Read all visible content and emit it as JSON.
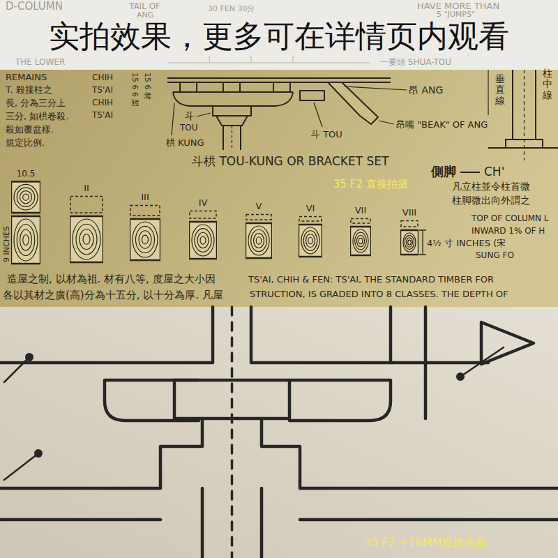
{
  "diagram": {
    "title": "实拍效果，更多可在详情页内观看",
    "nodes": [
      {
        "text": [
          "10.5"
        ]
      },
      {
        "text": [
          "II"
        ]
      },
      {
        "text": [
          "III"
        ]
      },
      {
        "text": [
          "IV"
        ]
      },
      {
        "text": [
          "V"
        ]
      },
      {
        "text": [
          "VI"
        ]
      },
      {
        "text": [
          "VII"
        ]
      },
      {
        "text": [
          "VIII"
        ]
      }
    ],
    "labels": [
      "D-COLUMN",
      "TAIL OF",
      "ANG",
      "30 FEN 30分",
      "HAVE MORE THAN",
      "5 \"JUMPS\"",
      "THE LOWER",
      "一要頭 SHUA-TOU",
      "REMAINS",
      "T. 殺接柱之",
      "長, 分為三分上",
      "三分, 如栱卷殺.",
      "殺如覆盆樣.",
      "規定比例.",
      "CHIH",
      "TS'AI",
      "CHIH",
      "TS'AI",
      "15 6 6 栔",
      "15 6 材",
      "柱中線",
      "垂直線",
      "昂 ANG",
      "昂嘴 \"BEAK\" OF ANG",
      "斗",
      "TOU",
      "栱 KUNG",
      "斗 TOU",
      "斗栱 TOU-KUNG OR BRACKET SET",
      "側脚",
      "CH'",
      "凡立柱並令柱首微",
      "柱脚微出向外謂之",
      "TOP OF COLUMN L",
      "INWARD 1% OF H",
      "35 F2 直接拍摄",
      "9 INCHES",
      "4½ 寸 INCHES (宋",
      "SUNG FO",
      "造屋之制, 以材為祖. 材有八等, 度屋之大小因",
      "各以其材之廣(高)分為十五分, 以十分為厚. 凡屋",
      "TS'AI, CHIH & FEN: TS'AI, THE STANDARD TIMBER FOR",
      "STRUCTION, IS GRADED INTO 8 CLASSES. THE DEPTH OF",
      "35 F2 +16MM近摄接圈"
    ]
  }
}
